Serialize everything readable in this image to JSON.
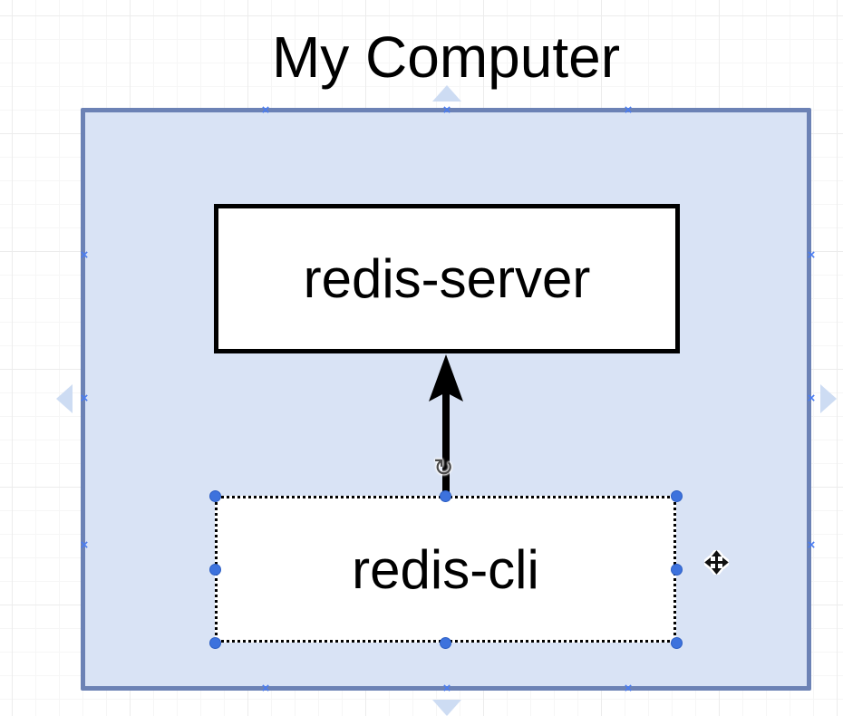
{
  "app": {
    "type": "diagram-editor-canvas",
    "grid": "on"
  },
  "diagram": {
    "container": {
      "label": "My Computer"
    },
    "nodes": [
      {
        "id": "redis-server",
        "label": "redis-server",
        "selected": false
      },
      {
        "id": "redis-cli",
        "label": "redis-cli",
        "selected": true
      }
    ],
    "edges": [
      {
        "from": "redis-cli",
        "to": "redis-server",
        "direction": "up",
        "style": "solid-black-arrow"
      }
    ]
  },
  "editor": {
    "selected_shape": "redis-cli",
    "selection_handle_count": 8,
    "icons": {
      "rotate_glyph": "↻",
      "connection_glyph": "×",
      "move_cursor": "four-way-arrows",
      "nav_arrows": [
        "left",
        "right",
        "up",
        "down"
      ]
    },
    "colors": {
      "container_fill": "#d9e3f5",
      "container_border": "#6c82b5",
      "node_fill": "#ffffff",
      "node_border": "#000000",
      "selection_handle": "#3d72dd",
      "nav_arrow": "#cddcf3",
      "connection_marker": "#4a7cf0",
      "edge": "#000000",
      "title_text": "#000000"
    }
  }
}
